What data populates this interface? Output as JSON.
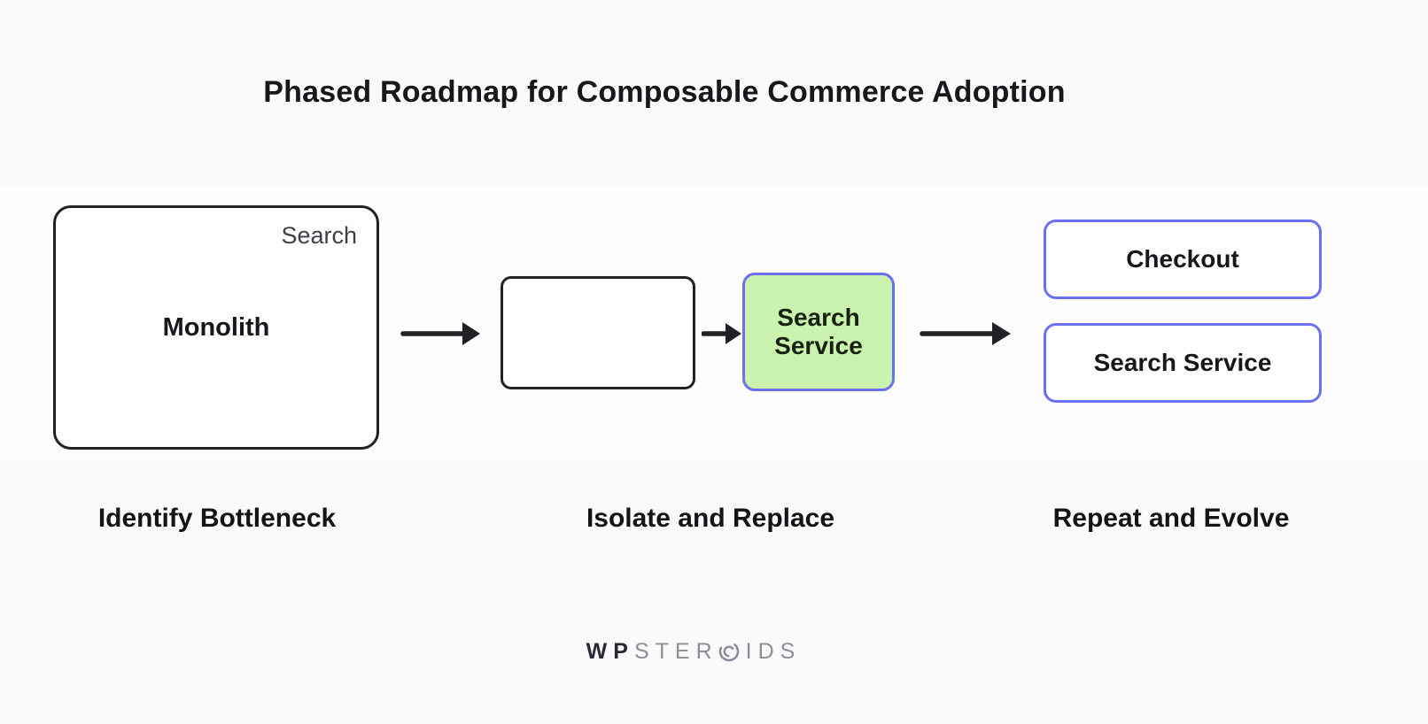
{
  "title": "Phased Roadmap for Composable Commerce Adoption",
  "colors": {
    "background": "#fafafa",
    "ink": "#1f2127",
    "purple": "#6d6ff2",
    "green": "#c9f3ae",
    "muted": "#8a8f99"
  },
  "phases": [
    {
      "label": "Identify Bottleneck",
      "box": {
        "title": "Monolith",
        "corner_tag": "Search"
      }
    },
    {
      "label": "Isolate and Replace",
      "extracted_service": "Search Service"
    },
    {
      "label": "Repeat and Evolve",
      "services": [
        "Checkout",
        "Search Service"
      ]
    }
  ],
  "footer": {
    "logo": {
      "bold": "WP",
      "light": "STER",
      "tail": "IDS",
      "icon": "ring-icon"
    }
  }
}
